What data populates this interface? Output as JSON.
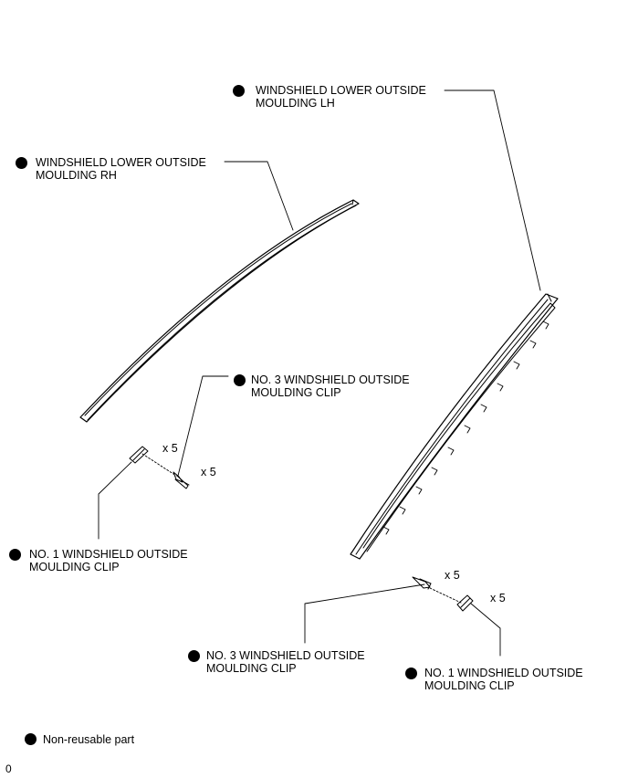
{
  "labels": {
    "lower_lh": {
      "line1": "WINDSHIELD LOWER OUTSIDE",
      "line2": "MOULDING LH"
    },
    "lower_rh": {
      "line1": "WINDSHIELD LOWER OUTSIDE",
      "line2": "MOULDING RH"
    },
    "clip3_upper": {
      "line1": "NO. 3 WINDSHIELD OUTSIDE",
      "line2": "MOULDING CLIP"
    },
    "clip1_left": {
      "line1": "NO. 1 WINDSHIELD OUTSIDE",
      "line2": "MOULDING CLIP"
    },
    "clip3_lower": {
      "line1": "NO. 3 WINDSHIELD OUTSIDE",
      "line2": "MOULDING CLIP"
    },
    "clip1_right": {
      "line1": "NO. 1 WINDSHIELD OUTSIDE",
      "line2": "MOULDING CLIP"
    }
  },
  "quantities": {
    "q1": "x 5",
    "q2": "x 5",
    "q3": "x 5",
    "q4": "x 5"
  },
  "legend": {
    "text": "Non-reusable part"
  },
  "corner_mark": "0",
  "colors": {
    "ink": "#000000",
    "background": "#ffffff"
  }
}
